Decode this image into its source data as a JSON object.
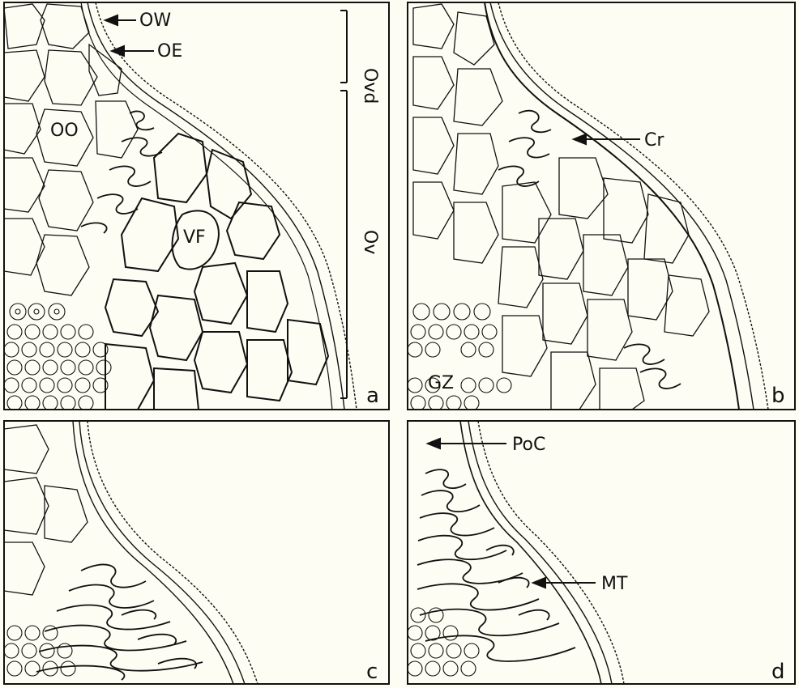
{
  "figure": {
    "background": "#fdfdf3",
    "ink": "#111111",
    "panels": [
      {
        "id": "a",
        "letter": "a",
        "annotations": [
          "OW",
          "OE",
          "OO",
          "VF",
          "Ovd",
          "Ov"
        ]
      },
      {
        "id": "b",
        "letter": "b",
        "annotations": [
          "Cr",
          "GZ"
        ]
      },
      {
        "id": "c",
        "letter": "c",
        "annotations": []
      },
      {
        "id": "d",
        "letter": "d",
        "annotations": [
          "PoC",
          "MT"
        ]
      }
    ]
  }
}
